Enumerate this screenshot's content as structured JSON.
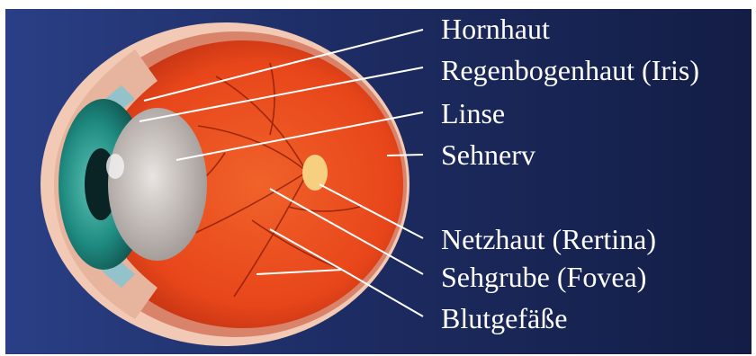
{
  "labels": {
    "hornhaut": "Hornhaut",
    "iris": "Regenbogenhaut (Iris)",
    "linse": "Linse",
    "sehnerv": "Sehnerv",
    "netzhaut": "Netzhaut (Rertina)",
    "sehgrube": "Sehgrube (Fovea)",
    "blutgefaesse": "Blutgefäße"
  },
  "colors": {
    "background_dark": "#131d45",
    "background_light": "#2a3f86",
    "sclera": "#f2c9b4",
    "retina": "#e8461a",
    "iris": "#1e8a80",
    "lens": "#cfc6c2",
    "optic_nerve": "#f1a63a",
    "leader_line": "#ffffff"
  }
}
